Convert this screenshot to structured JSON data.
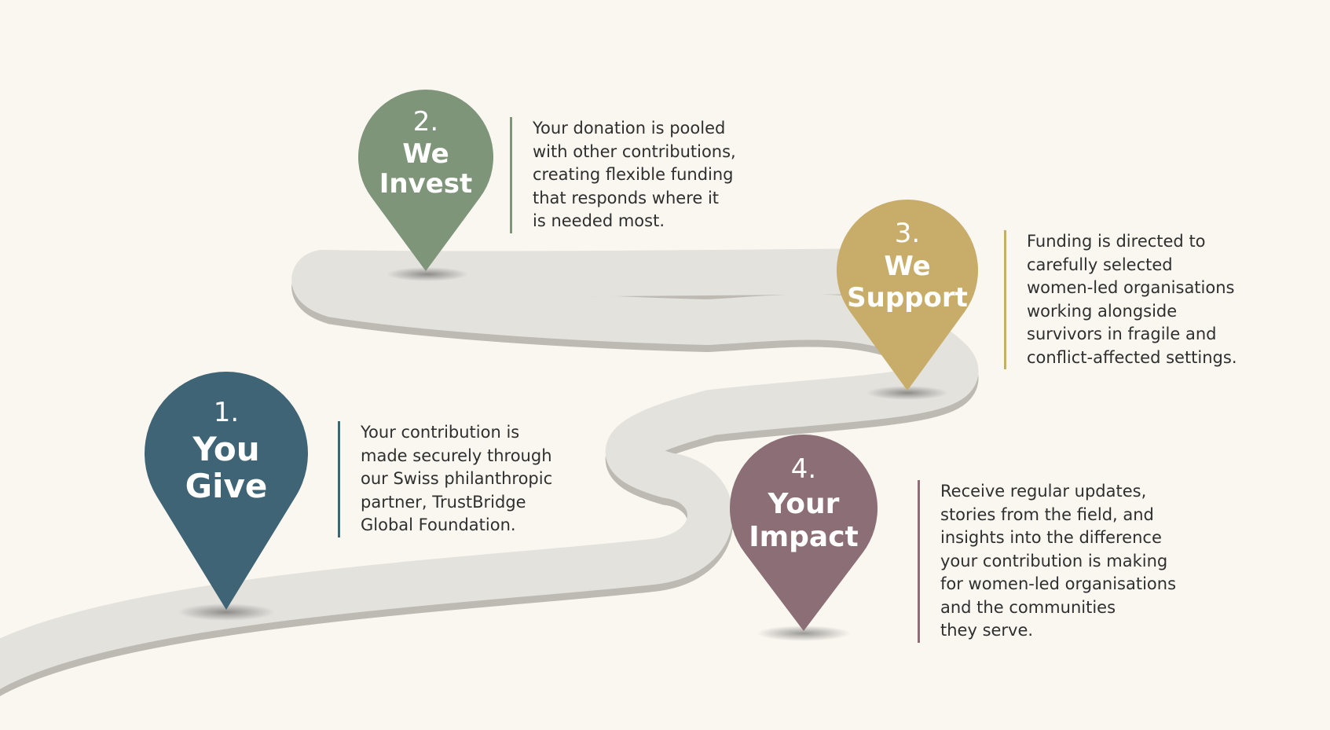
{
  "colors": {
    "background": "#faf7f1",
    "road": "#e4e2dd",
    "road_edge": "#bdbab4",
    "step1": "#3e6475",
    "step2": "#7e957a",
    "step3": "#c8ad6a",
    "step4": "#8c6e76"
  },
  "steps": [
    {
      "number": "1.",
      "title_lines": [
        "You",
        "Give"
      ],
      "color": "#3e6475",
      "description_lines": [
        "Your contribution is",
        "made securely through",
        "our Swiss philanthropic",
        "partner, TrustBridge",
        "Global Foundation."
      ]
    },
    {
      "number": "2.",
      "title_lines": [
        "We",
        "Invest"
      ],
      "color": "#7e957a",
      "description_lines": [
        "Your donation is pooled",
        "with other contributions,",
        "creating flexible funding",
        "that responds where it",
        "is needed most."
      ]
    },
    {
      "number": "3.",
      "title_lines": [
        "We",
        "Support"
      ],
      "color": "#c8ad6a",
      "description_lines": [
        "Funding is directed to",
        "carefully selected",
        "women-led organisations",
        "working alongside",
        "survivors in fragile and",
        "conflict-affected settings."
      ]
    },
    {
      "number": "4.",
      "title_lines": [
        "Your",
        "Impact"
      ],
      "color": "#8c6e76",
      "description_lines": [
        "Receive regular updates,",
        "stories from the field, and",
        "insights into the difference",
        "your contribution is making",
        "for women-led organisations",
        "and the communities",
        "they serve."
      ]
    }
  ]
}
